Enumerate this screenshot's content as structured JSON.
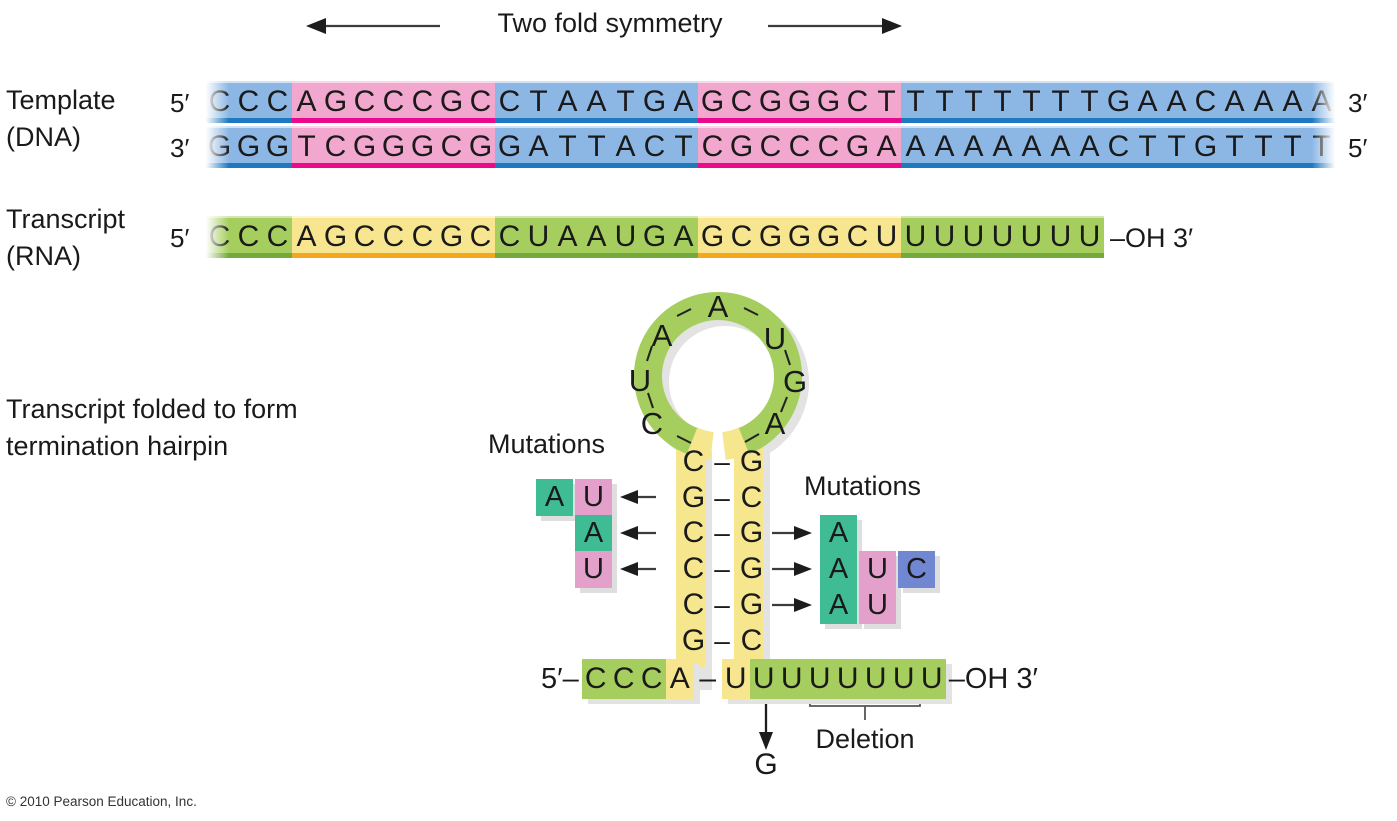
{
  "header": {
    "title": "Two fold symmetry"
  },
  "template_dna": {
    "label_line1": "Template",
    "label_line2": "(DNA)",
    "top_strand": {
      "prime_left": "5′",
      "prime_right": "3′",
      "segments": [
        {
          "text": "CCC",
          "color": "blue"
        },
        {
          "text": "AGCCCGC",
          "color": "pink"
        },
        {
          "text": "CTAATGA",
          "color": "blue"
        },
        {
          "text": "GCGGGCT",
          "color": "pink"
        },
        {
          "text": "TTTTTTTGAACAAAA",
          "color": "blue"
        }
      ]
    },
    "bottom_strand": {
      "prime_left": "3′",
      "prime_right": "5′",
      "segments": [
        {
          "text": "GGG",
          "color": "blue"
        },
        {
          "text": "TCGGGCG",
          "color": "pink"
        },
        {
          "text": "GATTACT",
          "color": "blue"
        },
        {
          "text": "CGCCCGA",
          "color": "pink"
        },
        {
          "text": "AAAAAAACTTGTTTT",
          "color": "blue"
        }
      ]
    }
  },
  "transcript_rna": {
    "label_line1": "Transcript",
    "label_line2": "(RNA)",
    "prime_left": "5′",
    "suffix": "–OH 3′",
    "segments": [
      {
        "text": "CCC",
        "color": "green"
      },
      {
        "text": "AGCCCGC",
        "color": "yellow"
      },
      {
        "text": "CUAAUGA",
        "color": "green"
      },
      {
        "text": "GCGGGCU",
        "color": "yellow"
      },
      {
        "text": "UUUUUUU",
        "color": "green"
      }
    ]
  },
  "hairpin": {
    "caption_line1": "Transcript folded to form",
    "caption_line2": "termination hairpin",
    "loop_letters": [
      "C",
      "U",
      "A",
      "A",
      "U",
      "G",
      "A"
    ],
    "pair_dash": "–",
    "stem_pairs": [
      {
        "left": "C",
        "right": "G"
      },
      {
        "left": "G",
        "right": "C"
      },
      {
        "left": "C",
        "right": "G"
      },
      {
        "left": "C",
        "right": "G"
      },
      {
        "left": "C",
        "right": "G"
      },
      {
        "left": "G",
        "right": "C"
      }
    ],
    "bottom_segments": [
      {
        "text": "5′–",
        "color": "hp-plain",
        "split": false
      },
      {
        "text": "CCC",
        "color": "hp-green"
      },
      {
        "text": "A",
        "color": "hp-yellow"
      },
      {
        "text": "–",
        "color": "hp-plain"
      },
      {
        "text": "U",
        "color": "hp-yellow"
      },
      {
        "text": "UUUUUUU",
        "color": "hp-green"
      },
      {
        "text": "–OH 3′",
        "color": "hp-plain",
        "split": false
      }
    ],
    "mutations_left": {
      "title": "Mutations",
      "rows": [
        [
          {
            "t": "A",
            "c": "green"
          },
          {
            "t": "U",
            "c": "pink"
          }
        ],
        [
          {
            "t": "A",
            "c": "green"
          }
        ],
        [
          {
            "t": "U",
            "c": "pink"
          }
        ]
      ]
    },
    "mutations_right": {
      "title": "Mutations",
      "rows": [
        [
          {
            "t": "A",
            "c": "green"
          }
        ],
        [
          {
            "t": "A",
            "c": "green"
          },
          {
            "t": "U",
            "c": "pink"
          },
          {
            "t": "C",
            "c": "blue"
          }
        ],
        [
          {
            "t": "A",
            "c": "green"
          },
          {
            "t": "U",
            "c": "pink"
          }
        ]
      ]
    },
    "u_point_mutation": "G",
    "deletion_label": "Deletion"
  },
  "colors": {
    "dna_blue": "#8cb7e5",
    "dna_blue_edge": "#1e79c0",
    "dna_pink": "#f2a7ce",
    "dna_pink_edge": "#ec0a8c",
    "rna_green": "#a5ce5e",
    "rna_green_edge": "#74aa3c",
    "rna_yellow": "#f7e68f",
    "rna_yellow_edge": "#f2a71d",
    "mutation_green": "#3fbc94",
    "mutation_pink": "#e3a0cb",
    "mutation_blue": "#7287d2",
    "shadow_gray": "#e3e3e3"
  },
  "footer": {
    "copyright": "© 2010 Pearson Education, Inc."
  }
}
